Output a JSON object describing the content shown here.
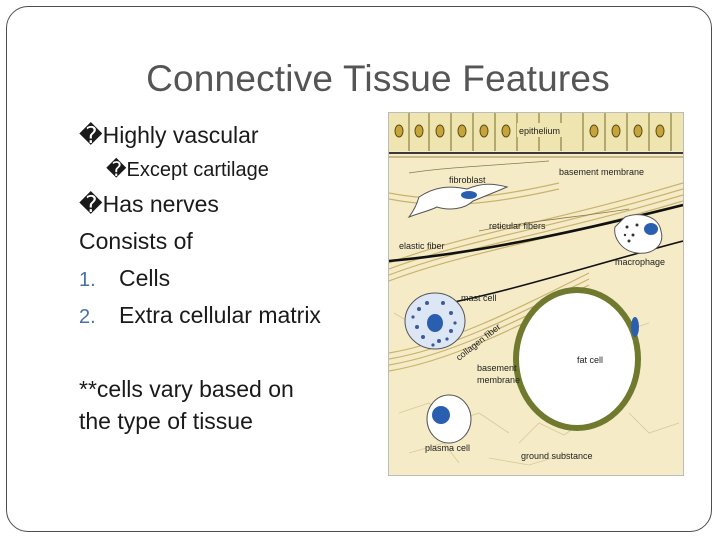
{
  "slide": {
    "title": "Connective Tissue Features",
    "bullets": [
      {
        "marker": "�",
        "text": "Highly vascular"
      },
      {
        "marker": "�",
        "text": "Except cartilage"
      },
      {
        "marker": "�",
        "text": "Has nerves"
      }
    ],
    "consists_label": "Consists of",
    "numbered": [
      {
        "number": "1.",
        "text": "Cells"
      },
      {
        "number": "2.",
        "text": "Extra cellular matrix"
      }
    ],
    "note_line1": "**cells vary based on",
    "note_line2": "the type of tissue"
  },
  "figure": {
    "labels": {
      "epithelium": "epithelium",
      "basement_membrane_top": "basement membrane",
      "fibroblast": "fibroblast",
      "reticular_fibers": "reticular fibers",
      "elastic_fiber": "elastic fiber",
      "macrophage": "macrophage",
      "mast_cell": "mast cell",
      "collagen_fiber": "collagen fiber",
      "basement": "basement",
      "membrane": "membrane",
      "fat_cell": "fat cell",
      "plasma_cell": "plasma cell",
      "ground_substance": "ground substance"
    },
    "colors": {
      "matrix": "#f5ebc7",
      "epithelium": "#f0e8b8",
      "nucleus": "#2a5fb0",
      "fat_cell_ring": "#6f7a2e",
      "fiber": "#1a1a1a"
    }
  }
}
